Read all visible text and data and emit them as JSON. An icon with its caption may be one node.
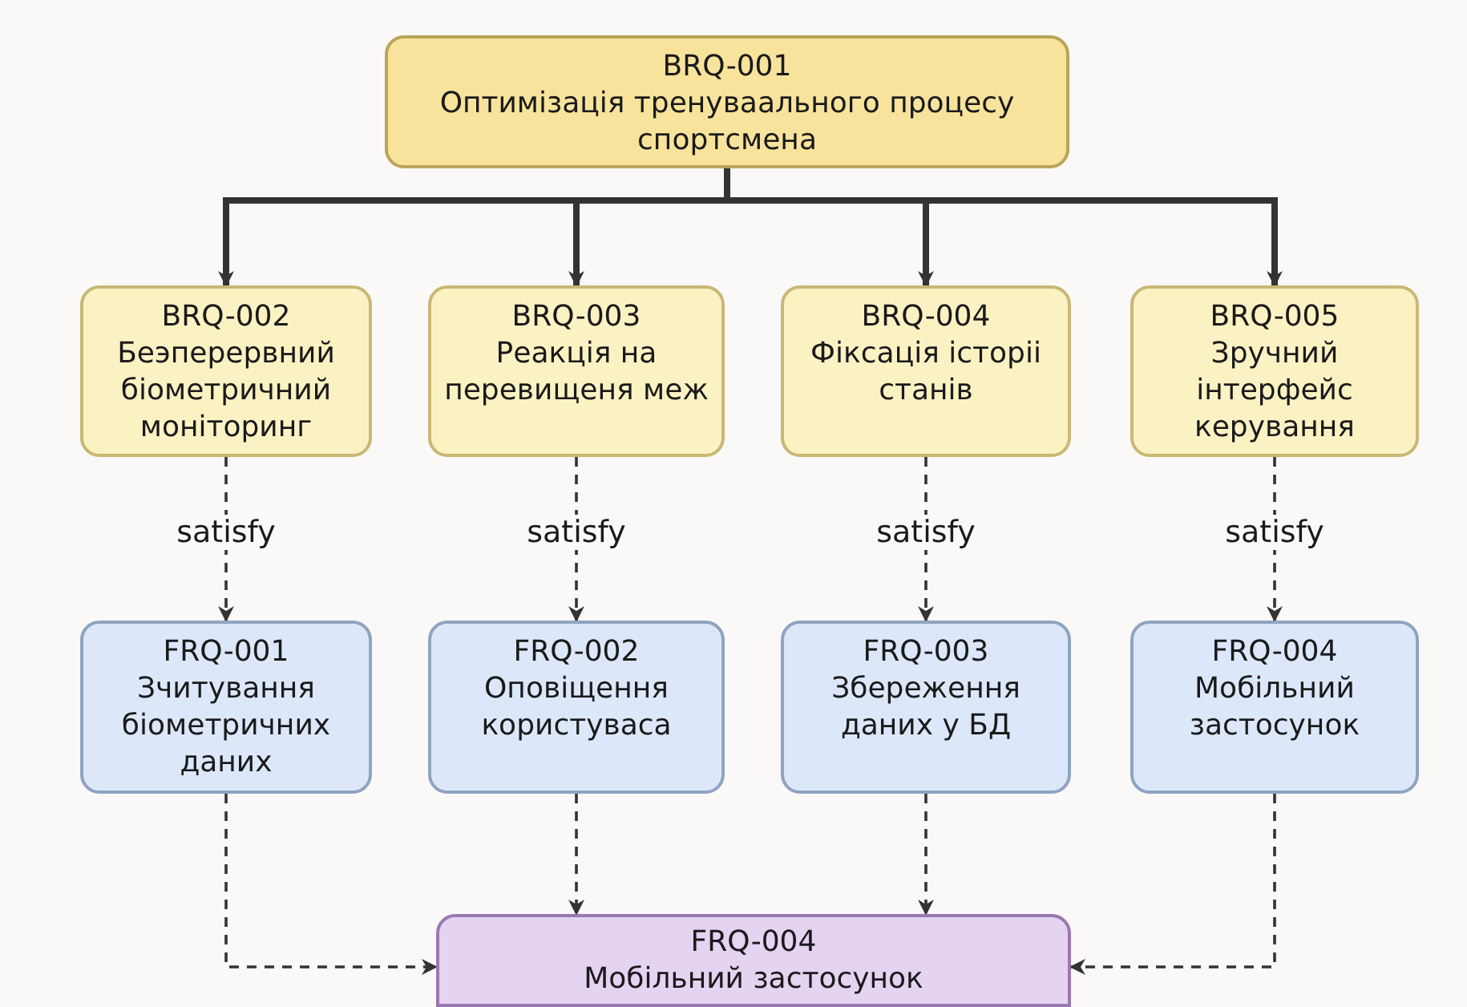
{
  "diagram": {
    "nodes": [
      {
        "text": [
          "BRQ-001",
          "Оптимізація тренуваального процесу спортсмена"
        ]
      },
      {
        "text": [
          "BRQ-002",
          "Беэперервний біометричний моніторинг"
        ]
      },
      {
        "text": [
          "BRQ-003",
          "Реакція на перевищеня меж"
        ]
      },
      {
        "text": [
          "BRQ-004",
          "Фіксація історіі станів"
        ]
      },
      {
        "text": [
          "BRQ-005",
          "Зручний інтерфейс керування"
        ]
      },
      {
        "text": [
          "FRQ-001",
          "Зчитування біометричних даних"
        ]
      },
      {
        "text": [
          "FRQ-002",
          "Оповіщення користуваса"
        ]
      },
      {
        "text": [
          "FRQ-003",
          "Збереження даних у БД"
        ]
      },
      {
        "text": [
          "FRQ-004",
          "Мобільний застосунок"
        ]
      },
      {
        "text": [
          "FRQ-004",
          "Мобільний застосунок"
        ]
      }
    ],
    "edges": [
      {
        "from": 0,
        "to": 1,
        "arrow": "to",
        "style": "thick"
      },
      {
        "from": 0,
        "to": 2,
        "arrow": "to",
        "style": "thick"
      },
      {
        "from": 0,
        "to": 3,
        "arrow": "to",
        "style": "thick"
      },
      {
        "from": 0,
        "to": 4,
        "arrow": "to",
        "style": "thick"
      },
      {
        "from": 1,
        "to": 5,
        "arrow": "to",
        "label": "satisfy",
        "style": "dashed"
      },
      {
        "from": 2,
        "to": 6,
        "arrow": "to",
        "label": "satisfy",
        "style": "dashed"
      },
      {
        "from": 3,
        "to": 7,
        "arrow": "to",
        "label": "satisfy",
        "style": "dashed"
      },
      {
        "from": 4,
        "to": 8,
        "arrow": "to",
        "label": "satisfy",
        "style": "dashed"
      },
      {
        "from": 5,
        "to": 9,
        "arrow": "to",
        "style": "dashed"
      },
      {
        "from": 6,
        "to": 9,
        "arrow": "to",
        "style": "dashed"
      },
      {
        "from": 7,
        "to": 9,
        "arrow": "to",
        "style": "dashed"
      },
      {
        "from": 8,
        "to": 9,
        "arrow": "to",
        "style": "dashed"
      }
    ]
  }
}
